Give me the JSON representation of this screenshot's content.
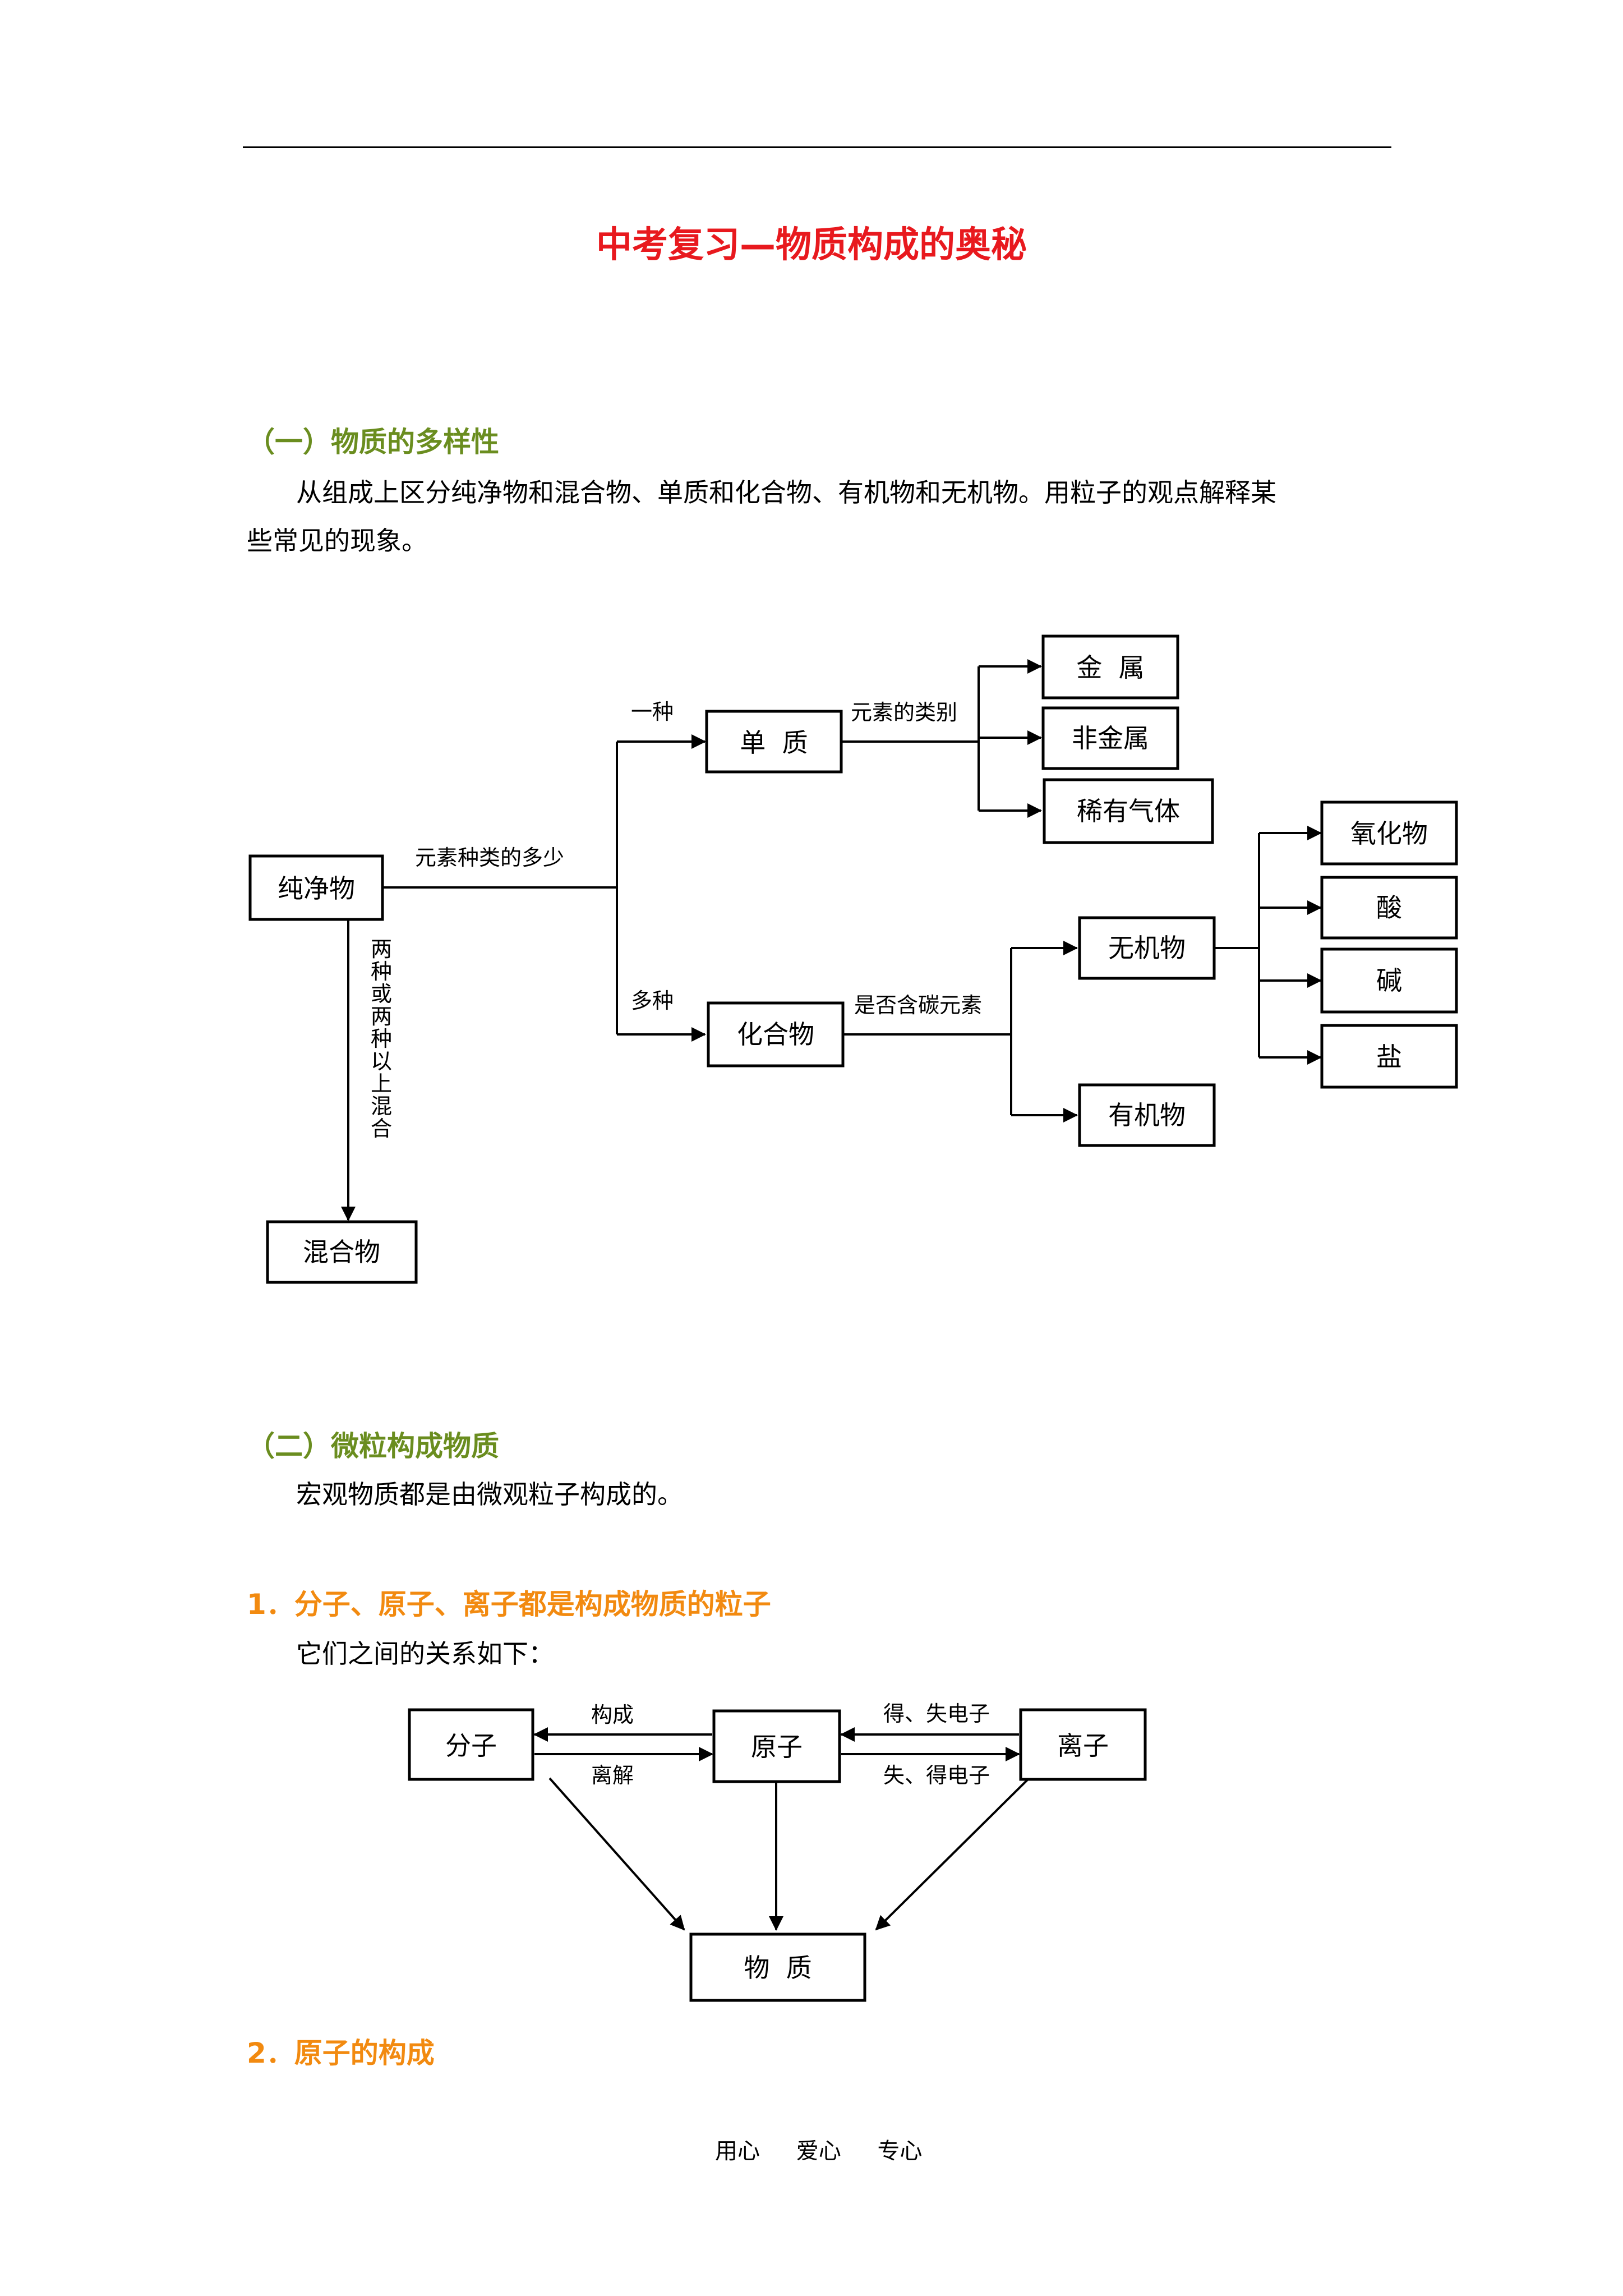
{
  "title": "中考复习—物质构成的奥秘",
  "section1": {
    "heading": "（一）物质的多样性",
    "para_line1": "从组成上区分纯净物和混合物、单质和化合物、有机物和无机物。用粒子的观点解释某",
    "para_line2": "些常见的现象。"
  },
  "diagram1": {
    "pure": "纯净物",
    "element_count_label": "元素种类的多少",
    "one_kind": "一种",
    "many_kinds": "多种",
    "simple": "单  质",
    "compound": "化合物",
    "element_type_label": "元素的类别",
    "metal": "金  属",
    "nonmetal": "非金属",
    "noble_gas": "稀有气体",
    "carbon_label": "是否含碳元素",
    "inorganic": "无机物",
    "organic": "有机物",
    "oxide": "氧化物",
    "acid": "酸",
    "base": "碱",
    "salt": "盐",
    "mixture_label": [
      "两",
      "种",
      "或",
      "两",
      "种",
      "以",
      "上",
      "混",
      "合"
    ],
    "mixture": "混合物"
  },
  "section2": {
    "heading": "（二）微粒构成物质",
    "para": "宏观物质都是由微观粒子构成的。"
  },
  "subsection1": {
    "heading": "1．分子、原子、离子都是构成物质的粒子",
    "para": "它们之间的关系如下："
  },
  "diagram2": {
    "molecule": "分子",
    "atom": "原子",
    "ion": "离子",
    "matter": "物  质",
    "constitute": "构成",
    "dissociate": "离解",
    "gain_lose": "得、失电子",
    "lose_gain": "失、得电子"
  },
  "subsection2": {
    "heading": "2．原子的构成"
  },
  "footer": [
    "用心",
    "爱心",
    "专心"
  ]
}
